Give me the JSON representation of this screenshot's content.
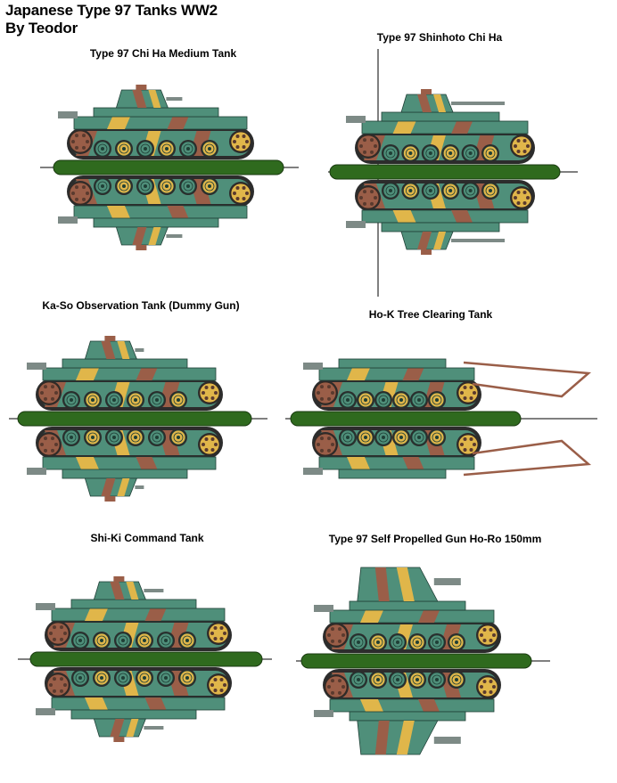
{
  "header": {
    "title": "Japanese Type 97 Tanks WW2",
    "author": "By Teodor"
  },
  "palette": {
    "green": "#4f8f7a",
    "brown": "#9a5e48",
    "yellow": "#e0b64a",
    "dark": "#2c2c2c",
    "gray": "#7d8a86",
    "rail": "#2f6a1e"
  },
  "captions": {
    "chi_ha": "Type 97 Chi Ha Medium Tank",
    "shinhoto": "Type 97 Shinhoto Chi Ha",
    "ka_so": "Ka-So Observation Tank (Dummy Gun)",
    "ho_k": "Ho-K Tree Clearing Tank",
    "shi_ki": "Shi-Ki Command Tank",
    "ho_ro": "Type 97 Self Propelled Gun Ho-Ro 150mm"
  }
}
